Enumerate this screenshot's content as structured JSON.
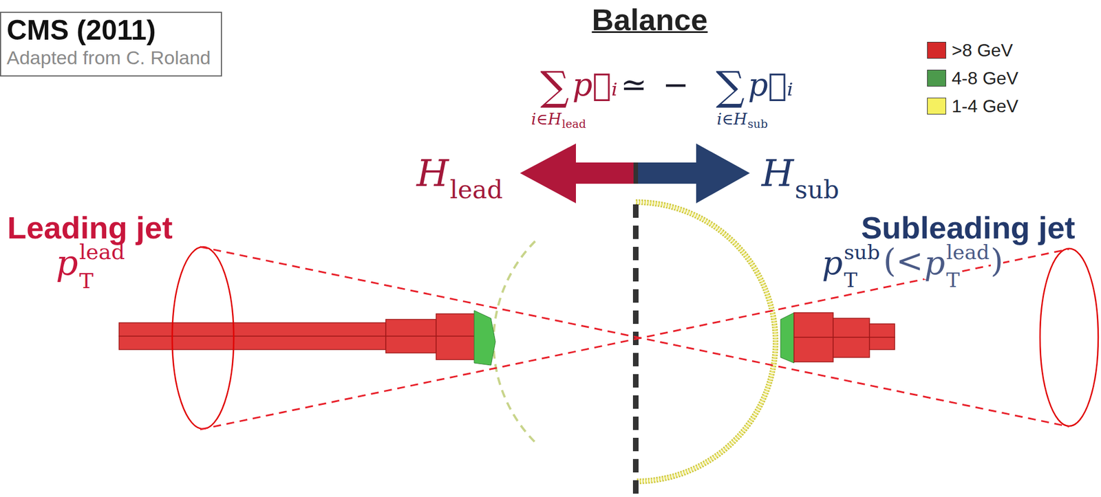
{
  "diagram": {
    "title": "Balance",
    "nodes": [
      {
        "text": [
          "CMS (2011)",
          "Adapted from C. Roland"
        ]
      }
    ],
    "labels": [
      "∑",
      "p⃗ᵢ",
      "≃",
      "−",
      "∑",
      "p⃗ᵢ",
      "i∈H",
      "lead",
      "i∈H",
      "sub",
      "H",
      "lead",
      "H",
      "sub",
      "Leading jet",
      "p",
      "lead",
      "T",
      "Subleading jet",
      "p",
      "sub",
      "T",
      "(<",
      "p",
      "lead",
      "T",
      ")"
    ],
    "legend": [
      {
        "text": ">8 GeV",
        "color": "#d42a2a"
      },
      {
        "text": "4-8 GeV",
        "color": "#4c9a4c"
      },
      {
        "text": "1-4 GeV",
        "color": "#f5f060"
      }
    ]
  }
}
